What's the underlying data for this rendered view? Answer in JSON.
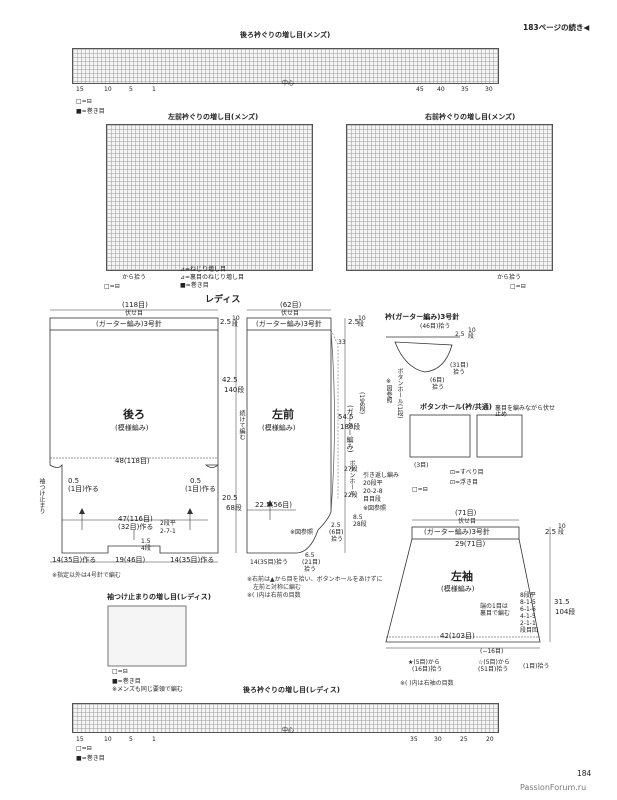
{
  "header": {
    "continued": "183ページの続き◀"
  },
  "section_titles": {
    "back_neck_mens": "後ろ衿ぐりの増し目(メンズ)",
    "left_front_mens": "左前衿ぐりの増し目(メンズ)",
    "right_front_mens": "右前衿ぐりの増し目(メンズ)",
    "ladies": "レディス",
    "collar": "衿(ガーター編み)3号針",
    "buttonhole": "ボタンホール(衿/共通)",
    "sleeve_inc": "袖つけ止まりの増し目(レディス)",
    "back_neck_ladies": "後ろ衿ぐりの増し目(レディス)"
  },
  "legend": {
    "empty_minus": "□=⊟",
    "wrap": "■=巻き目",
    "twist_left": "⊿=ねじり増し目",
    "twist_rev": "⊿=裏目のねじり増し目",
    "pickup": "から拾う",
    "yarn_over": "⊡=すべり目",
    "float": "⊡=浮き目",
    "sleeve_note1": "■=巻き目",
    "sleeve_note2": "※メンズも同じ要領で編む"
  },
  "back_piece": {
    "title": "後ろ",
    "pattern": "(模様編み)",
    "top": "(118目)",
    "cast": "伏せ目",
    "garter": "(ガーター編み)3号針",
    "width": "48(118目)",
    "bottom": "47(116目)",
    "bottom2": "(32目)作る",
    "rows1": "2.5",
    "rows1b": "10段",
    "h1": "42.5",
    "h1b": "140段",
    "mark": "0.5",
    "mark_b": "(1目)作る",
    "side_l": "袖つけ止まり",
    "flat": "2段平",
    "flat2": "2-7-1",
    "left_w": "14(35目)作る",
    "mid_w": "19(46目)",
    "right_w": "14(35目)作る",
    "dim1": "1.5",
    "dim1b": "4段",
    "note": "※指定以外は4号針で編む"
  },
  "front_piece": {
    "title": "左前",
    "pattern": "(模様編み)",
    "top": "(62目)",
    "cast": "伏せ目",
    "garter": "(ガーター編み)3号針",
    "rows1": "2.5",
    "rows1b": "10段",
    "cont": "続けて編む",
    "h1": "54.5",
    "h1b": "180段",
    "h2": "33",
    "h2b": "段",
    "right_lbl": "(ガーター編み)",
    "total": "(196段)",
    "h3": "20.5",
    "h3b": "68段",
    "w1": "22.5(56目)",
    "ref": "※図参照",
    "w2": "2.5",
    "w2b": "(6目)",
    "w2c": "拾う",
    "pick1": "14(35目)拾う",
    "w3": "6.5",
    "w3b": "(21目)",
    "pick": "拾う",
    "note1": "※右前は▲から目を拾い、ボタンホールをあけずに",
    "note2": "左前と対称に編む",
    "note3": "※( )内は右前の目数",
    "ret1": "引き返し編み",
    "ret2": "20段平",
    "ret3": "20-2-8",
    "ret4": "目目段",
    "ret5": "8.5",
    "ret6": "28段",
    "btn": "ボタンホール",
    "h4": "27段",
    "h5": "22段"
  },
  "collar": {
    "stitches": "(46目)拾う",
    "rows": "2.5",
    "rows_b": "10段",
    "pick1": "(31目)",
    "pick1b": "拾う",
    "pick2": "(6目)",
    "pick2b": "拾う",
    "btn": "ボタンホール(1段)",
    "ref": "※図参照"
  },
  "buttonhole": {
    "side_note": "裏目を編みながら伏せ止め",
    "rows": "(3目)",
    "label": "ボタンホール"
  },
  "sleeve": {
    "title": "左袖",
    "pattern": "(模様編み)",
    "top": "(71目)",
    "cast": "伏せ目",
    "garter": "(ガーター編み)3号針",
    "top_w": "29(71目)",
    "bottom_w": "42(103目)",
    "rows1": "2.5",
    "rows1b": "10段",
    "h1": "31.5",
    "h1b": "104段",
    "inc_t": "8段平",
    "inc1": "8-1-5",
    "inc2": "6-1-6",
    "inc3": "4-1-5",
    "inc4": "2-1-1",
    "inc5": "段目回",
    "inside": "端の1目は",
    "inside2": "裏目で編む",
    "pick1": "★(5目)から",
    "pick1b": "(16目)拾う",
    "pick2": "☆(5目)から",
    "pick2b": "(16目)拾う",
    "pick3": "(51目)拾う",
    "pick4": "(1目)拾う",
    "note": "※( )内は右袖の目数",
    "w": "(−16目)"
  },
  "bottom_grid": {
    "center": "中心",
    "cols_l": [
      "15",
      "10",
      "5",
      "1"
    ],
    "cols_r": [
      "35",
      "30",
      "25",
      "20"
    ]
  },
  "top_grid": {
    "center": "中心",
    "cols_l": [
      "15",
      "10",
      "5",
      "1"
    ],
    "cols_r": [
      "45",
      "40",
      "35",
      "30"
    ]
  },
  "page_number": "184",
  "watermark": "PassionForum.ru"
}
